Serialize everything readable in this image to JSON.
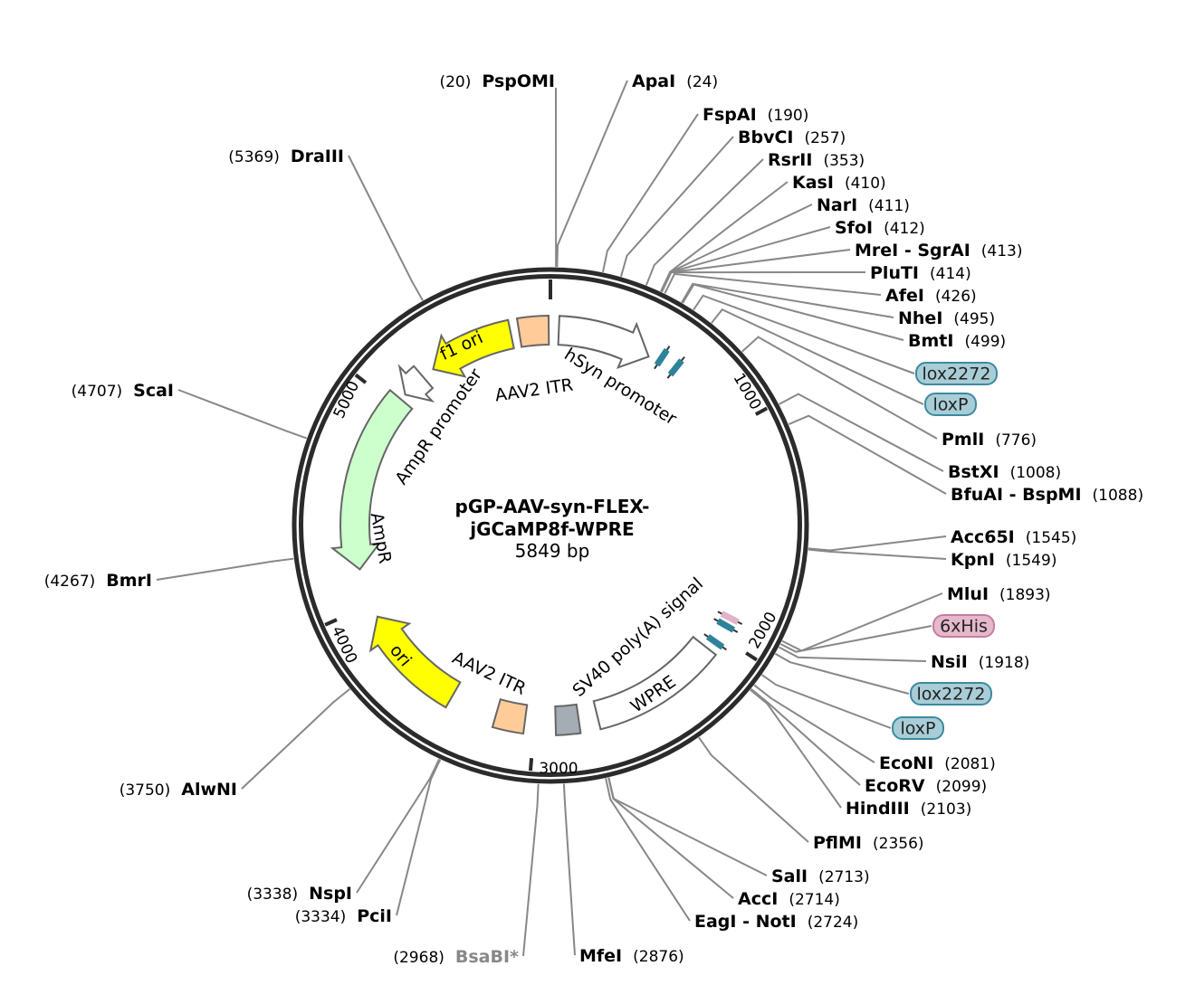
{
  "plasmid": {
    "name_line1": "pGP-AAV-syn-FLEX-",
    "name_line2": "jGCaMP8f-WPRE",
    "length_label": "5849 bp",
    "length_bp": 5849
  },
  "ticks": [
    {
      "bp": 1000,
      "label": "1000"
    },
    {
      "bp": 2000,
      "label": "2000"
    },
    {
      "bp": 3000,
      "label": "3000"
    },
    {
      "bp": 4000,
      "label": "4000"
    },
    {
      "bp": 5000,
      "label": "5000"
    }
  ],
  "features": [
    {
      "label": "AAV2 ITR",
      "start": 5700,
      "end": 5841,
      "shape": "box",
      "color": "#ffcc99"
    },
    {
      "label": "hSyn promoter",
      "start": 40,
      "end": 490,
      "shape": "arrow-cw",
      "color": "#ffffff"
    },
    {
      "label": "f1 ori",
      "start": 5250,
      "end": 5660,
      "shape": "arrow-ccw",
      "color": "#ffff00"
    },
    {
      "label": "AmpR promoter",
      "start": 5070,
      "end": 5190,
      "shape": "arrow-ccw",
      "color": "#ffffff"
    },
    {
      "label": "AmpR",
      "start": 4176,
      "end": 5040,
      "shape": "arrow-ccw",
      "color": "#ccffcc"
    },
    {
      "label": "ori",
      "start": 3410,
      "end": 3935,
      "shape": "arrow-cw",
      "color": "#ffff00"
    },
    {
      "label": "AAV2 ITR",
      "start": 3045,
      "end": 3185,
      "shape": "box",
      "color": "#ffcc99"
    },
    {
      "label": "SV40 poly(A) signal",
      "start": 2790,
      "end": 2900,
      "shape": "box",
      "color": "#a6acb3"
    },
    {
      "label": "WPRE",
      "start": 2080,
      "end": 2700,
      "shape": "box",
      "color": "#ffffff"
    }
  ],
  "small_sites": [
    {
      "bp": 545,
      "color": "#2e8299"
    },
    {
      "bp": 625,
      "color": "#2e8299"
    },
    {
      "bp": 1905,
      "color": "#e0b3c8"
    },
    {
      "bp": 1945,
      "color": "#2e8299"
    },
    {
      "bp": 2035,
      "color": "#2e8299"
    }
  ],
  "enzymes": [
    {
      "name": "PspOMI",
      "pos": "(20)",
      "bp": 20,
      "side": "left",
      "gray": false
    },
    {
      "name": "ApaI",
      "pos": "(24)",
      "bp": 24,
      "side": "right",
      "gray": false
    },
    {
      "name": "FspAI",
      "pos": "(190)",
      "bp": 190,
      "side": "right",
      "gray": false
    },
    {
      "name": "BbvCI",
      "pos": "(257)",
      "bp": 257,
      "side": "right",
      "gray": false
    },
    {
      "name": "RsrII",
      "pos": "(353)",
      "bp": 353,
      "side": "right",
      "gray": false
    },
    {
      "name": "KasI",
      "pos": "(410)",
      "bp": 410,
      "side": "right",
      "gray": false
    },
    {
      "name": "NarI",
      "pos": "(411)",
      "bp": 411,
      "side": "right",
      "gray": false
    },
    {
      "name": "SfoI",
      "pos": "(412)",
      "bp": 412,
      "side": "right",
      "gray": false
    },
    {
      "name": "MreI - SgrAI",
      "pos": "(413)",
      "bp": 413,
      "side": "right",
      "gray": false
    },
    {
      "name": "PluTI",
      "pos": "(414)",
      "bp": 414,
      "side": "right",
      "gray": false
    },
    {
      "name": "AfeI",
      "pos": "(426)",
      "bp": 426,
      "side": "right",
      "gray": false
    },
    {
      "name": "NheI",
      "pos": "(495)",
      "bp": 495,
      "side": "right",
      "gray": false
    },
    {
      "name": "BmtI",
      "pos": "(499)",
      "bp": 499,
      "side": "right",
      "gray": false
    },
    {
      "name": "PmlI",
      "pos": "(776)",
      "bp": 776,
      "side": "right",
      "gray": false
    },
    {
      "name": "BstXI",
      "pos": "(1008)",
      "bp": 1008,
      "side": "right",
      "gray": false
    },
    {
      "name": "BfuAI - BspMI",
      "pos": "(1088)",
      "bp": 1088,
      "side": "right",
      "gray": false
    },
    {
      "name": "Acc65I",
      "pos": "(1545)",
      "bp": 1545,
      "side": "right",
      "gray": false
    },
    {
      "name": "KpnI",
      "pos": "(1549)",
      "bp": 1549,
      "side": "right",
      "gray": false
    },
    {
      "name": "MluI",
      "pos": "(1893)",
      "bp": 1893,
      "side": "right",
      "gray": false
    },
    {
      "name": "NsiI",
      "pos": "(1918)",
      "bp": 1918,
      "side": "right",
      "gray": false
    },
    {
      "name": "EcoNI",
      "pos": "(2081)",
      "bp": 2081,
      "side": "right",
      "gray": false
    },
    {
      "name": "EcoRV",
      "pos": "(2099)",
      "bp": 2099,
      "side": "right",
      "gray": false
    },
    {
      "name": "HindIII",
      "pos": "(2103)",
      "bp": 2103,
      "side": "right",
      "gray": false
    },
    {
      "name": "PflMI",
      "pos": "(2356)",
      "bp": 2356,
      "side": "right",
      "gray": false
    },
    {
      "name": "SalI",
      "pos": "(2713)",
      "bp": 2713,
      "side": "right",
      "gray": false
    },
    {
      "name": "AccI",
      "pos": "(2714)",
      "bp": 2714,
      "side": "right",
      "gray": false
    },
    {
      "name": "EagI - NotI",
      "pos": "(2724)",
      "bp": 2724,
      "side": "right",
      "gray": false
    },
    {
      "name": "MfeI",
      "pos": "(2876)",
      "bp": 2876,
      "side": "right",
      "gray": false
    },
    {
      "name": "BsaBI*",
      "pos": "(2968)",
      "bp": 2968,
      "side": "left",
      "gray": true
    },
    {
      "name": "PciI",
      "pos": "(3334)",
      "bp": 3334,
      "side": "left",
      "gray": false
    },
    {
      "name": "NspI",
      "pos": "(3338)",
      "bp": 3338,
      "side": "left",
      "gray": false
    },
    {
      "name": "AlwNI",
      "pos": "(3750)",
      "bp": 3750,
      "side": "left",
      "gray": false
    },
    {
      "name": "BmrI",
      "pos": "(4267)",
      "bp": 4267,
      "side": "left",
      "gray": false
    },
    {
      "name": "ScaI",
      "pos": "(4707)",
      "bp": 4707,
      "side": "left",
      "gray": false
    },
    {
      "name": "DraIII",
      "pos": "(5369)",
      "bp": 5369,
      "side": "left",
      "gray": false
    }
  ],
  "badges": [
    {
      "label": "lox2272",
      "bp": 545,
      "color": "#a8cdd6",
      "stroke": "#3c8aa0"
    },
    {
      "label": "loxP",
      "bp": 625,
      "color": "#a8cdd6",
      "stroke": "#3c8aa0"
    },
    {
      "label": "6xHis",
      "bp": 1905,
      "color": "#e6b8cc",
      "stroke": "#c47da0"
    },
    {
      "label": "lox2272",
      "bp": 1945,
      "color": "#a8cdd6",
      "stroke": "#3c8aa0"
    },
    {
      "label": "loxP",
      "bp": 2035,
      "color": "#a8cdd6",
      "stroke": "#3c8aa0"
    }
  ]
}
